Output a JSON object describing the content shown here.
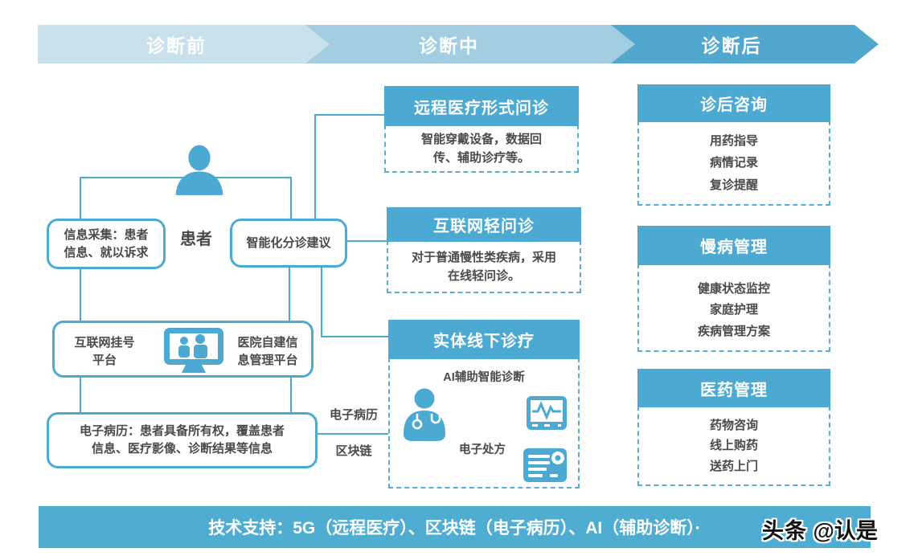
{
  "stages": [
    {
      "label": "诊断前",
      "color": "#c9e1ed"
    },
    {
      "label": "诊断中",
      "color": "#a3cde0"
    },
    {
      "label": "诊断后",
      "color": "#52a7ce"
    }
  ],
  "pre": {
    "patient_label": "患者",
    "info_box": "信息采集：患者信息、就以诉求",
    "triage_box": "智能化分诊建议",
    "platform_left": "互联网挂号平台",
    "platform_right": "医院自建信息管理平台",
    "emr_box": "电子病历：患者具备所有权，覆盖患者信息、医疗影像、诊断结果等信息",
    "link_label_top": "电子病历",
    "link_label_bottom": "区块链"
  },
  "mid": {
    "card1": {
      "title": "远程医疗形式问诊",
      "body": "智能穿戴设备，数据回传、辅助诊疗等。"
    },
    "card2": {
      "title": "互联网轻问诊",
      "body": "对于普通慢性类疾病，采用在线轻问诊。"
    },
    "card3": {
      "title": "实体线下诊疗",
      "ai_label": "AI辅助智能诊断",
      "rx_label": "电子处方"
    }
  },
  "post": {
    "card1": {
      "title": "诊后咨询",
      "items": [
        "用药指导",
        "病情记录",
        "复诊提醒"
      ]
    },
    "card2": {
      "title": "慢病管理",
      "items": [
        "健康状态监控",
        "家庭护理",
        "疾病管理方案"
      ]
    },
    "card3": {
      "title": "医药管理",
      "items": [
        "药物咨询",
        "线上购药",
        "送药上门"
      ]
    }
  },
  "footer": {
    "text": "技术支持：5G（远程医疗）、区块链（电子病历）、AI（辅助诊断）·"
  },
  "watermark": {
    "brand": "头条",
    "handle": "@认是"
  },
  "colors": {
    "primary": "#4ba9d2",
    "stage1": "#c9e1ed",
    "stage2": "#a3cde0",
    "stage3": "#52a7ce",
    "footer_bar": "#4fadd2",
    "text_dark": "#4a4a4a"
  }
}
